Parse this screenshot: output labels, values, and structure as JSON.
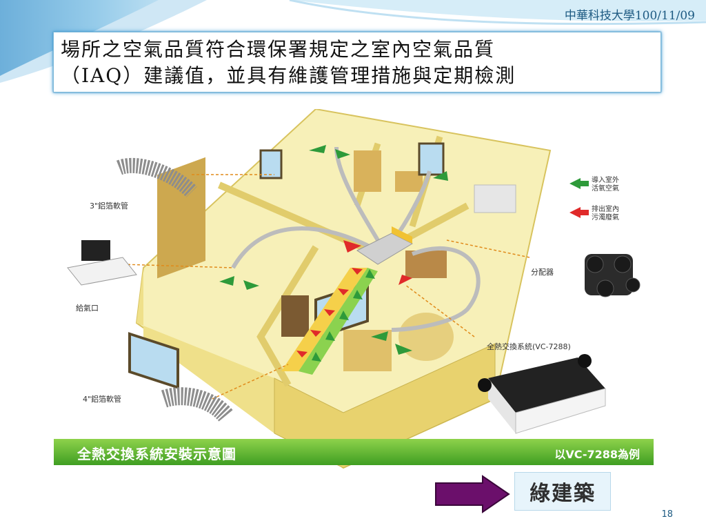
{
  "header": {
    "meta": "中華科技大學100/11/09"
  },
  "title": {
    "line1": "場所之空氣品質符合環保署規定之室內空氣品質",
    "line2": "（IAQ）建議值，並具有維護管理措施與定期檢測"
  },
  "diagram": {
    "banner_title": "全熱交換系統安裝示意圖",
    "banner_note": "以VC-7288為例",
    "callouts": {
      "pipe_3": "3\"鋁箔軟管",
      "supply_vent": "給氣口",
      "pipe_4": "4\"鋁箔軟管",
      "distributor": "分配器",
      "exchanger": "全熱交換系統(VC-7288)"
    },
    "legend": {
      "green_line1": "導入室外",
      "green_line2": "活氧空氣",
      "red_line1": "排出室內",
      "red_line2": "污濁廢氣",
      "green_color": "#2e9a3a",
      "red_color": "#e02a2a"
    }
  },
  "footer": {
    "link_label": "綠建築",
    "page_number": "18"
  },
  "colors": {
    "accent": "#1d5a82",
    "banner": "#4faa2a",
    "arrow": "#6b0f6b"
  }
}
